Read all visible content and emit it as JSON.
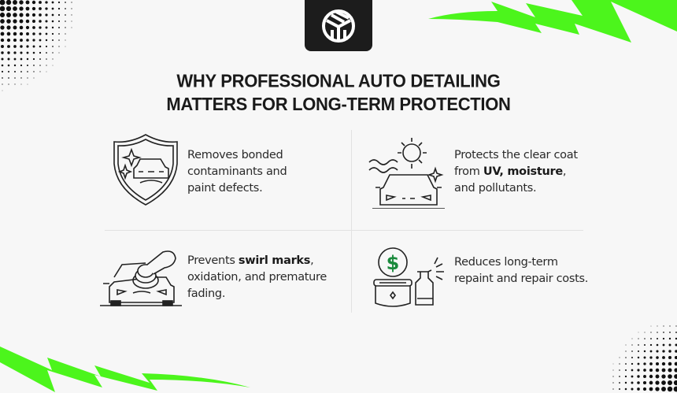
{
  "logo": {
    "icon": "brand-logo-icon"
  },
  "title": {
    "line1": "WHY PROFESSIONAL AUTO DETAILING",
    "line2": "MATTERS FOR LONG-TERM PROTECTION"
  },
  "items": [
    {
      "icon": "shield-car-icon",
      "line1": "Removes bonded",
      "line2": "contaminants and",
      "line3": "paint defects."
    },
    {
      "icon": "sun-car-icon",
      "line1": "Protects the clear coat",
      "line2_pre": "from ",
      "line2_bold": "UV, moisture",
      "line2_post": ",",
      "line3": "and pollutants."
    },
    {
      "icon": "polisher-car-icon",
      "line1_pre": "Prevents ",
      "line1_bold": "swirl marks",
      "line1_post": ",",
      "line2": "oxidation, and premature",
      "line3": "fading."
    },
    {
      "icon": "money-wax-spray-icon",
      "line1": "Reduces long-term",
      "line2": "repaint and repair costs."
    }
  ],
  "colors": {
    "accent": "#4cf51c",
    "dark": "#1c1c1c",
    "money": "#1a8a3c"
  }
}
